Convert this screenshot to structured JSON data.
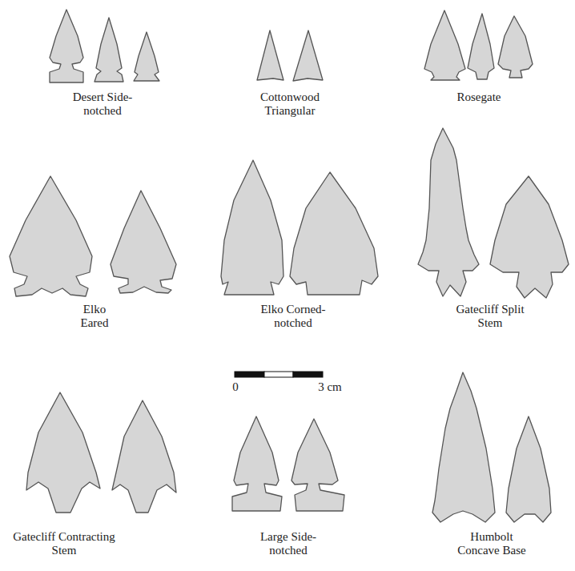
{
  "diagram": {
    "labels": [
      "Desert Side-notched",
      "Cottonwood Triangular",
      "Rosegate",
      "Elko Eared",
      "Elko Corned-notched",
      "Gatecliff Split Stem",
      "0",
      "3 cm",
      "Gatecliff Contracting Stem",
      "Large Side-notched",
      "Humbolt Concave Base"
    ]
  }
}
